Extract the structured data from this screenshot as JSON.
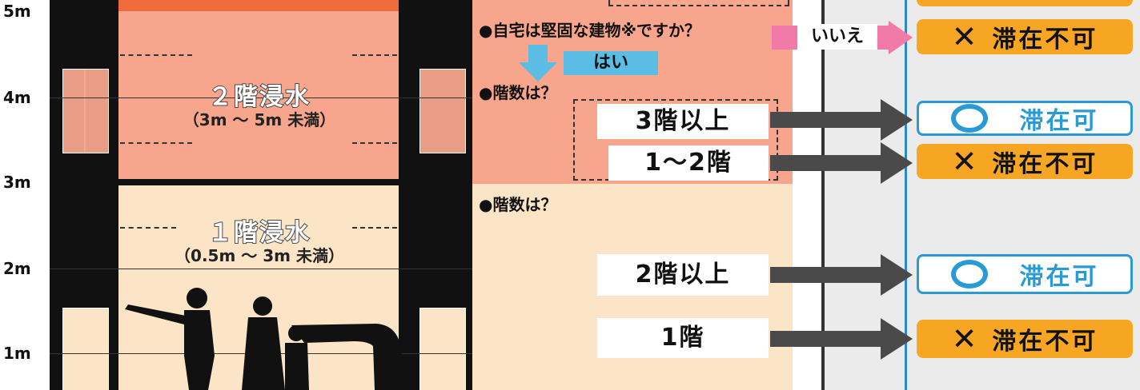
{
  "scale": {
    "labels": [
      "5m",
      "4m",
      "3m",
      "2m",
      "1m"
    ]
  },
  "zones": {
    "second_floor": {
      "title": "２階浸水",
      "range": "（3m ～ 5m 未満）"
    },
    "first_floor": {
      "title": "１階浸水",
      "range": "（0.5m ～ 3m 未満）"
    }
  },
  "flow": {
    "q_sturdy": "●自宅は堅固な建物※ですか？",
    "no_label": "いいえ",
    "yes_label": "はい",
    "q_floors_upper": "●階数は？",
    "q_floors_lower": "●階数は？",
    "floors": [
      "3階以上",
      "1～2階",
      "2階以上",
      "1階"
    ]
  },
  "results": {
    "ng_text": "滞在不可",
    "ok_text": "滞在可",
    "ng_mark": "✕",
    "order": [
      "ng",
      "ok",
      "ng",
      "ok",
      "ng"
    ]
  },
  "colors": {
    "zone_upper": "#f7a58c",
    "zone_lower": "#fce5c7",
    "top_band": "#f06a3c",
    "arrow_gray": "#4a4a4a",
    "ok_blue": "#2a9ad6",
    "ng_orange": "#f6a623",
    "pink_arrow": "#f27aa8",
    "cyan": "#5bbde4"
  }
}
